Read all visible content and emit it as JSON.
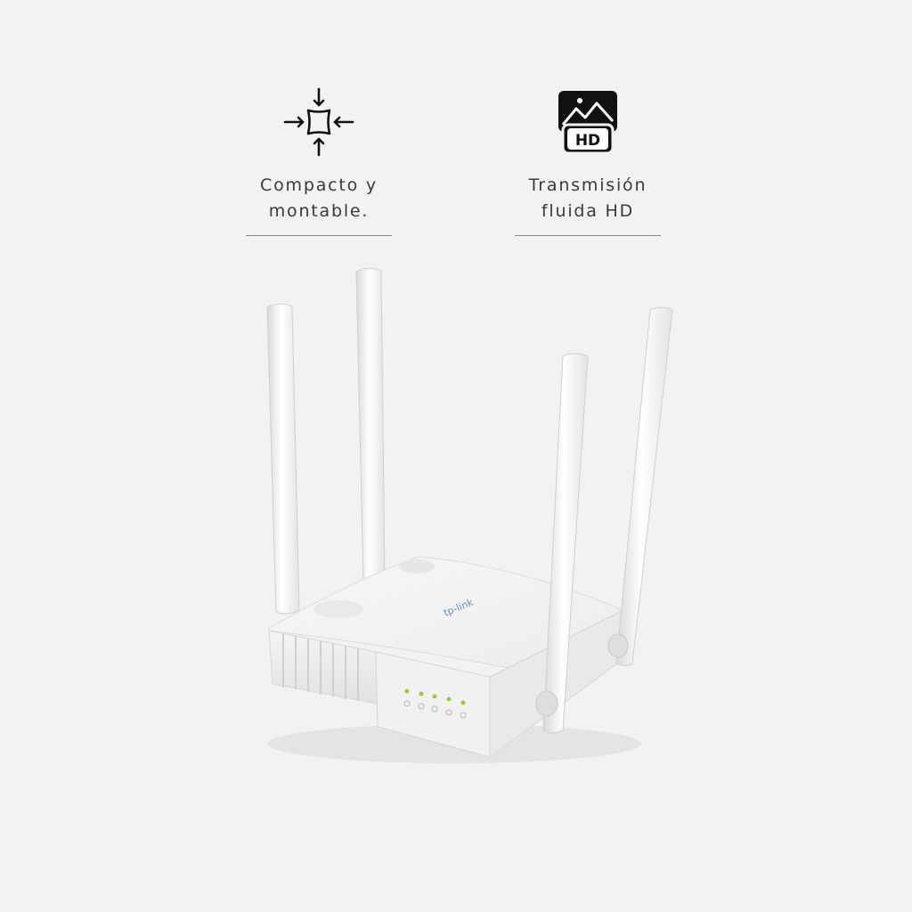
{
  "features": [
    {
      "icon": "compact-arrows-icon",
      "line1": "Compacto y",
      "line2": "montable."
    },
    {
      "icon": "hd-image-icon",
      "line1": "Transmisión",
      "line2": "fluida HD"
    }
  ],
  "product": {
    "brand_text": "tp-link",
    "image": "white-router-with-four-antennas"
  },
  "colors": {
    "background": "#f2f2f2",
    "text": "#3a3a3a",
    "icon": "#111111",
    "led": "#9acd32"
  }
}
